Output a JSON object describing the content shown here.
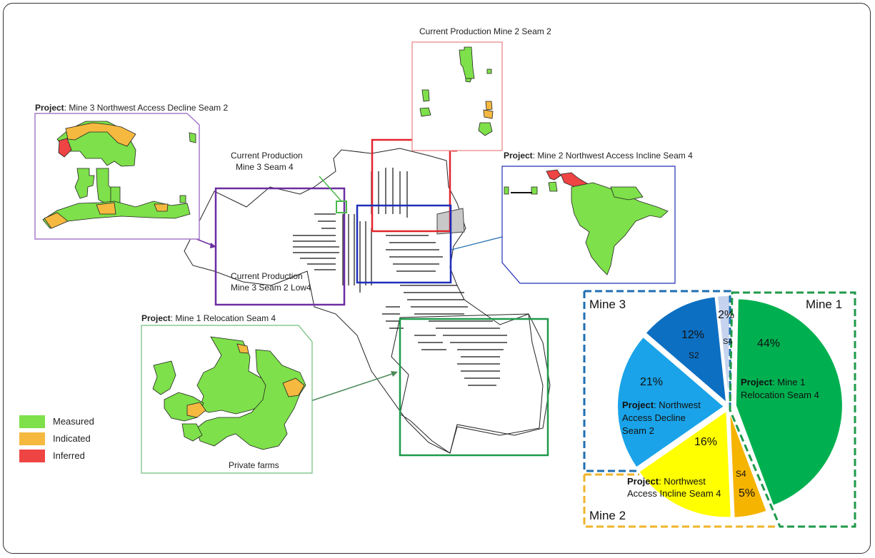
{
  "colors": {
    "measured": "#7ee04a",
    "indicated": "#f5b940",
    "inferred": "#ef4444",
    "mine1_border": "#1f9a4a",
    "mine2_border": "#f0b429",
    "mine3_border": "#1f6fb2",
    "box_red": "#e3242b",
    "box_purple": "#6b2fa0",
    "box_blue": "#1f2fb8",
    "box_green": "#1f9a4a"
  },
  "labels": {
    "mine2_seam2": "Current Production Mine 2 Seam 2",
    "mine3_nw_project_word": "Project",
    "mine3_nw_rest": ": Mine 3 Northwest Access Decline Seam 2",
    "mine2_nw_project_word": "Project",
    "mine2_nw_rest": ": Mine 2 Northwest Access Incline Seam 4",
    "mine1_reloc_project_word": "Project",
    "mine1_reloc_rest": ": Mine 1 Relocation Seam 4",
    "mine3_seam4_l1": "Current Production",
    "mine3_seam4_l2": "Mine 3 Seam 4",
    "mine3_seam2_l1": "Current Production",
    "mine3_seam2_l2": "Mine 3 Seam 2 Low4",
    "private_farms": "Private farms"
  },
  "legend": [
    {
      "label": "Measured",
      "color": "#7ee04a"
    },
    {
      "label": "Indicated",
      "color": "#f5b940"
    },
    {
      "label": "Inferred",
      "color": "#ef4444"
    }
  ],
  "pie": {
    "mine1_label": "Mine 1",
    "mine2_label": "Mine 2",
    "mine3_label": "Mine 3",
    "slices": [
      {
        "value": 44,
        "text": "44%",
        "color": "#00b050"
      },
      {
        "value": 5,
        "text": "5%",
        "tag": "S4",
        "color": "#f5b400"
      },
      {
        "value": 16,
        "text": "16%",
        "color": "#ffff00"
      },
      {
        "value": 21,
        "text": "21%",
        "color": "#1aa3e8"
      },
      {
        "value": 12,
        "text": "12%",
        "tag": "S2",
        "color": "#0d6fc2"
      },
      {
        "value": 2,
        "text": "2%",
        "tag": "S4",
        "color": "#c5d3ee"
      }
    ],
    "slice_labels": {
      "mine1_project": "Project",
      "mine1_l1": ": Mine 1",
      "mine1_l2": "Relocation Seam 4",
      "nwd_project": "Project",
      "nwd_l1": ": Northwest",
      "nwd_l2": "Access Decline",
      "nwd_l3": "Seam 2",
      "nwi_project": "Project",
      "nwi_l1": ": Northwest",
      "nwi_l2": "Access Incline Seam 4"
    }
  }
}
